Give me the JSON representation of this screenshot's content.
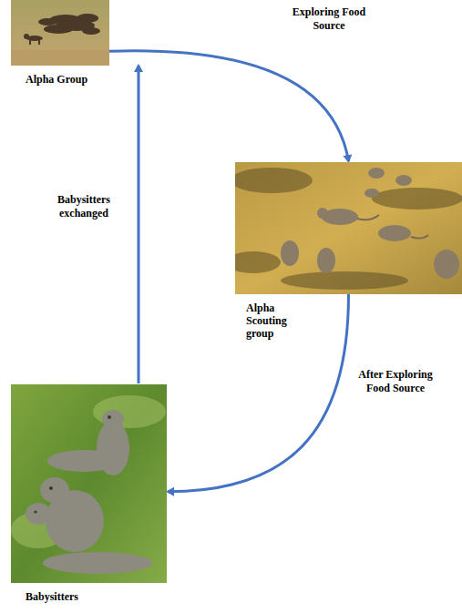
{
  "diagram": {
    "nodes": [
      {
        "text": [
          "Alpha Group"
        ]
      },
      {
        "text": [
          "Alpha Scouting group"
        ]
      },
      {
        "text": [
          "Babysitters"
        ]
      }
    ],
    "edges": [
      {
        "from": 0,
        "to": 1,
        "label": "Exploring Food Source",
        "arrow": "to"
      },
      {
        "from": 1,
        "to": 2,
        "label": "After Exploring Food Source",
        "arrow": "to"
      },
      {
        "from": 2,
        "to": 0,
        "label": "Babysitters exchanged",
        "arrow": "to"
      }
    ]
  }
}
